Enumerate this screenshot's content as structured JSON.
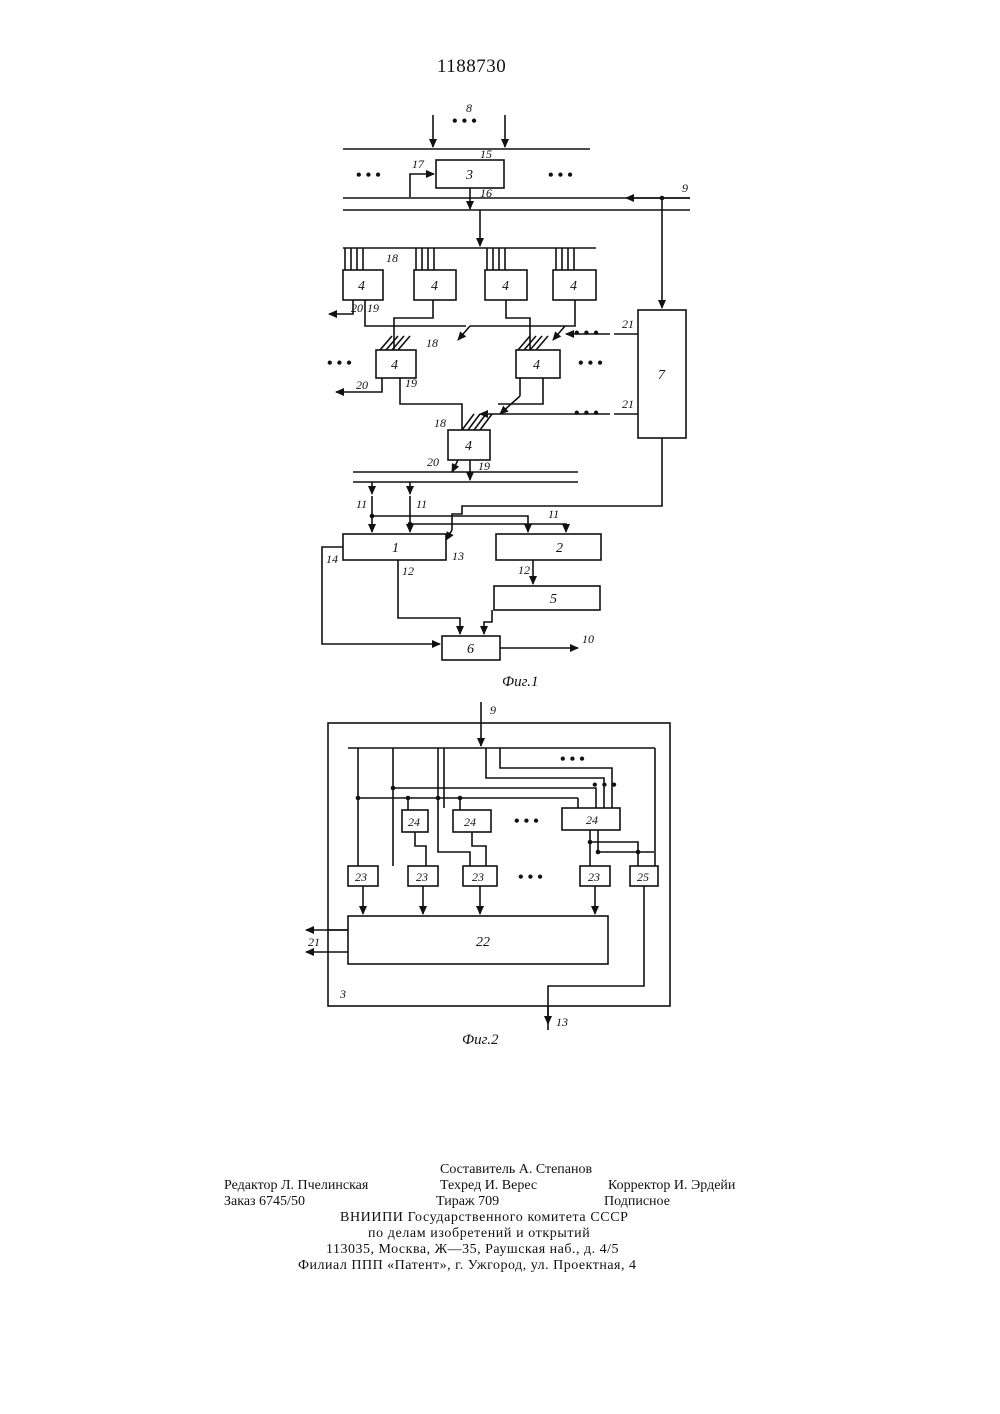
{
  "header": {
    "patent_number": "1188730"
  },
  "fig1": {
    "caption": "Фиг.1",
    "blocks": {
      "b3": "3",
      "b4": "4",
      "b7": "7",
      "b1": "1",
      "b2": "2",
      "b5": "5",
      "b6": "6"
    },
    "labels": {
      "l8": "8",
      "l15": "15",
      "l16": "16",
      "l17": "17",
      "l9": "9",
      "l18": "18",
      "l19": "19",
      "l20": "20",
      "l21": "21",
      "l11": "11",
      "l12": "12",
      "l13": "13",
      "l14": "14",
      "l10": "10"
    },
    "ellipsis": "• • •"
  },
  "fig2": {
    "caption": "Фиг.2",
    "blocks": {
      "b22": "22",
      "b23": "23",
      "b24": "24",
      "b25": "25",
      "b3": "3"
    },
    "labels": {
      "l9": "9",
      "l21": "21",
      "l13": "13"
    },
    "ellipsis": "• • •"
  },
  "colophon": {
    "compiler": "Составитель А. Степанов",
    "editor": "Редактор Л. Пчелинская",
    "techred": "Техред И. Верес",
    "corrector": "Корректор И. Эрдейи",
    "order": "Заказ 6745/50",
    "circulation": "Тираж 709",
    "subscription": "Подписное",
    "org1": "ВНИИПИ Государственного комитета СССР",
    "org2": "по делам изобретений и открытий",
    "address": "113035, Москва, Ж—35, Раушская наб., д. 4/5",
    "branch": "Филиал ППП «Патент», г. Ужгород, ул. Проектная, 4"
  }
}
